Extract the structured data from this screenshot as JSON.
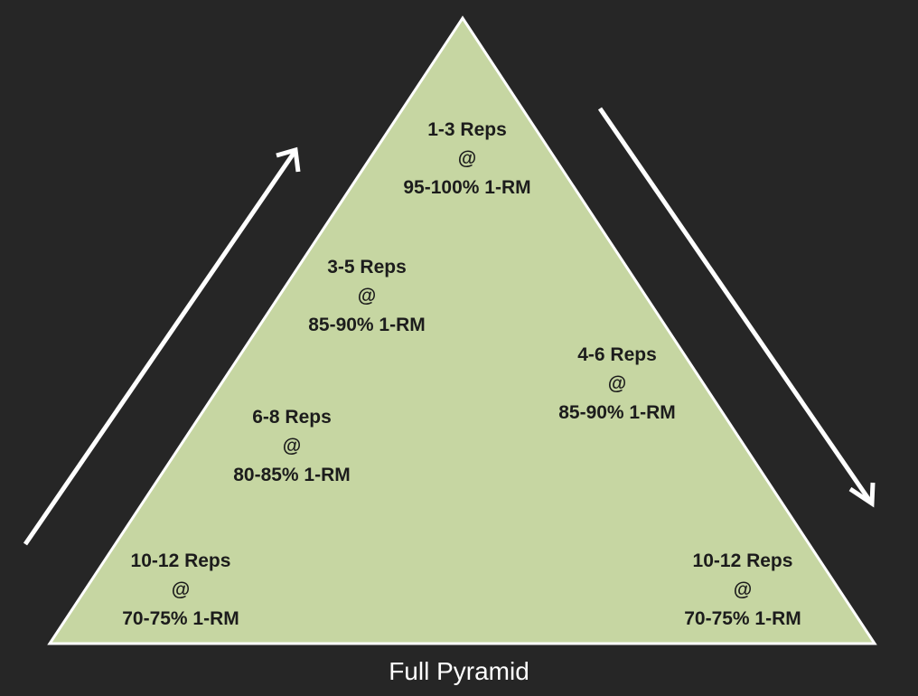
{
  "colors": {
    "background": "#262626",
    "pyramid_fill": "#c6d6a2",
    "pyramid_stroke": "#ffffff",
    "arrow": "#ffffff",
    "text_dark": "#1c1c1c",
    "text_light": "#ffffff"
  },
  "tiers": {
    "top": {
      "reps": "1-3 Reps",
      "at": "@",
      "load": "95-100% 1-RM"
    },
    "left_upper": {
      "reps": "3-5 Reps",
      "at": "@",
      "load": "85-90% 1-RM"
    },
    "left_middle": {
      "reps": "6-8 Reps",
      "at": "@",
      "load": "80-85% 1-RM"
    },
    "left_bottom": {
      "reps": "10-12 Reps",
      "at": "@",
      "load": "70-75% 1-RM"
    },
    "right_middle": {
      "reps": "4-6 Reps",
      "at": "@",
      "load": "85-90% 1-RM"
    },
    "right_bottom": {
      "reps": "10-12 Reps",
      "at": "@",
      "load": "70-75% 1-RM"
    }
  },
  "caption": "Full Pyramid",
  "icons": {
    "ascending_arrow": "arrow-up-right-icon",
    "descending_arrow": "arrow-down-right-icon"
  }
}
